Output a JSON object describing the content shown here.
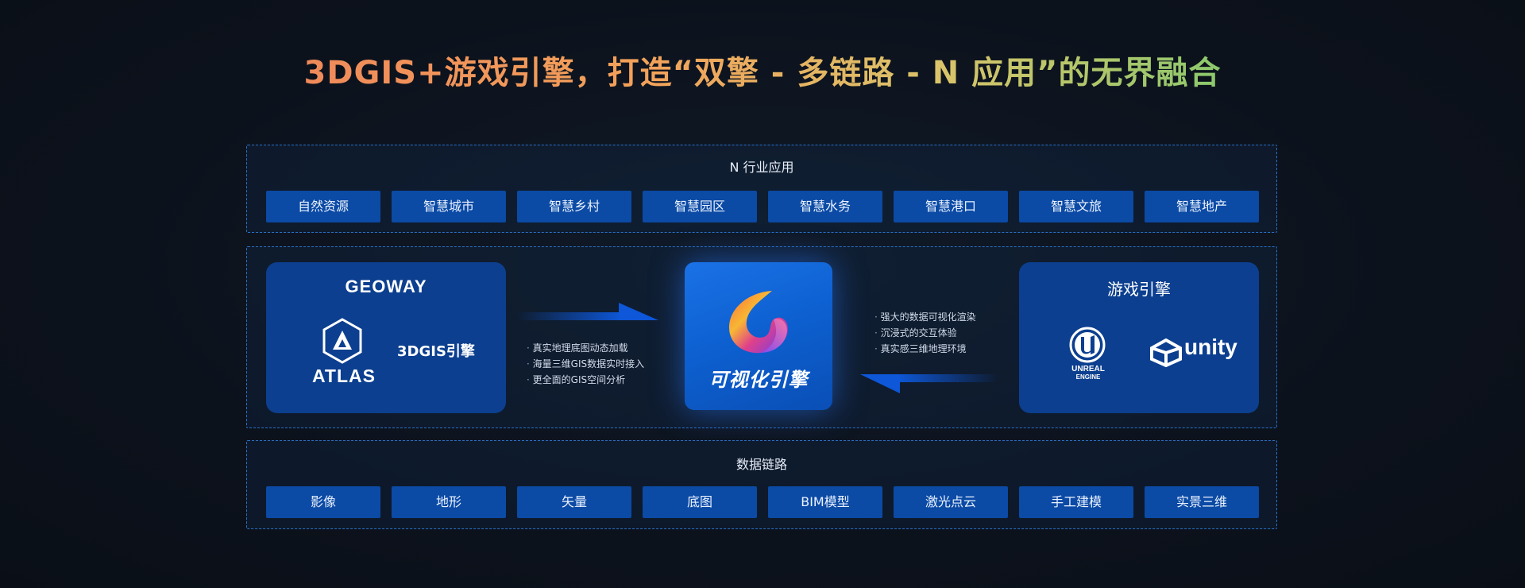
{
  "title": "3DGIS+游戏引擎，打造“双擎 - 多链路 - N 应用”的无界融合",
  "industry": {
    "title": "N 行业应用",
    "tags": [
      "自然资源",
      "智慧城市",
      "智慧乡村",
      "智慧园区",
      "智慧水务",
      "智慧港口",
      "智慧文旅",
      "智慧地产"
    ]
  },
  "engines": {
    "gis_card": {
      "brand": "GEOWAY",
      "logo_text": "ATLAS",
      "engine_label": "3DGIS引擎"
    },
    "left_bullets": [
      "真实地理底图动态加载",
      "海量三维GIS数据实时接入",
      "更全面的GIS空间分析"
    ],
    "center": {
      "label": "可视化引擎"
    },
    "right_bullets": [
      "强大的数据可视化渲染",
      "沉浸式的交互体验",
      "真实感三维地理环境"
    ],
    "game_card": {
      "title": "游戏引擎",
      "unreal_line1": "UNREAL",
      "unreal_line2": "ENGINE",
      "unity_label": "unity"
    }
  },
  "data_chain": {
    "title": "数据链路",
    "tags": [
      "影像",
      "地形",
      "矢量",
      "底图",
      "BIM模型",
      "激光点云",
      "手工建模",
      "实景三维"
    ]
  },
  "colors": {
    "tag_bg": "#0b4aa5",
    "card_bg": "#0c3f8f",
    "panel_border": "#2a6fc4",
    "title_start": "#f08a5a",
    "title_end": "#8cc86c"
  }
}
